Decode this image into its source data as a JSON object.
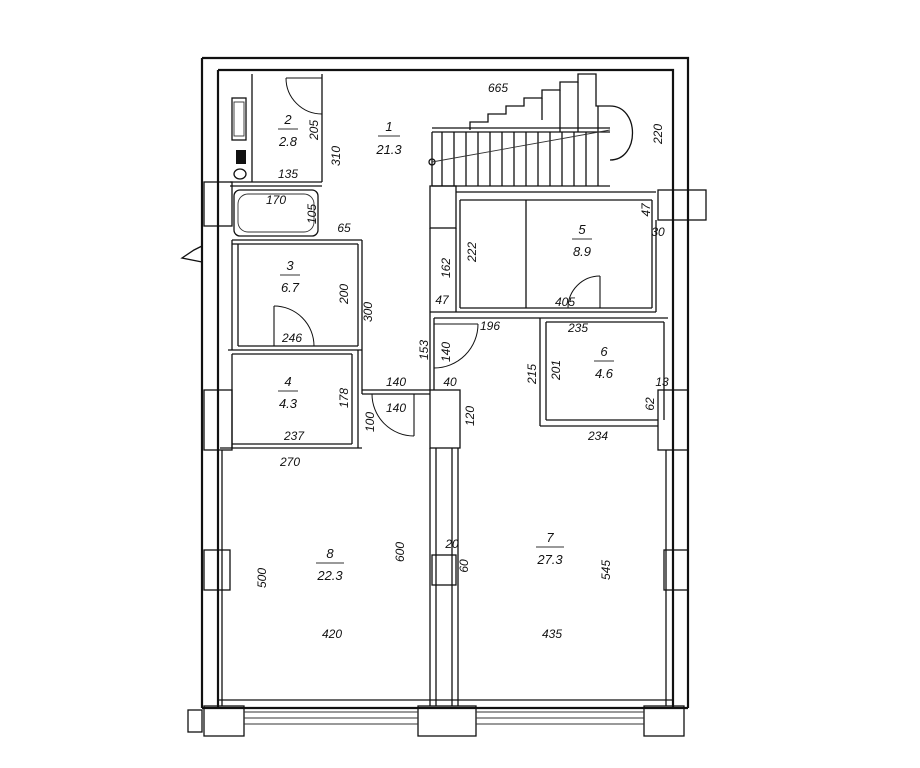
{
  "rooms": [
    {
      "id": "room-1",
      "number": "1",
      "area": "21.3"
    },
    {
      "id": "room-2",
      "number": "2",
      "area": "2.8"
    },
    {
      "id": "room-3",
      "number": "3",
      "area": "6.7"
    },
    {
      "id": "room-4",
      "number": "4",
      "area": "4.3"
    },
    {
      "id": "room-5",
      "number": "5",
      "area": "8.9"
    },
    {
      "id": "room-6",
      "number": "6",
      "area": "4.6"
    },
    {
      "id": "room-7",
      "number": "7",
      "area": "27.3"
    },
    {
      "id": "room-8",
      "number": "8",
      "area": "22.3"
    }
  ],
  "dimensions": {
    "d665": "665",
    "d220": "220",
    "d205": "205",
    "d310": "310",
    "d135": "135",
    "d170": "170",
    "d105": "105",
    "d65": "65",
    "d47a": "47",
    "d30": "30",
    "d222": "222",
    "d162": "162",
    "d200": "200",
    "d300": "300",
    "d47b": "47",
    "d405": "405",
    "d235": "235",
    "d196": "196",
    "d246": "246",
    "d153": "153",
    "d140a": "140",
    "d215": "215",
    "d201": "201",
    "d13": "13",
    "d140b": "140",
    "d40": "40",
    "d178": "178",
    "d100": "100",
    "d140c": "140",
    "d120": "120",
    "d62": "62",
    "d237": "237",
    "d234": "234",
    "d270": "270",
    "d500": "500",
    "d600": "600",
    "d20": "20",
    "d60": "60",
    "d545": "545",
    "d420": "420",
    "d435": "435"
  }
}
